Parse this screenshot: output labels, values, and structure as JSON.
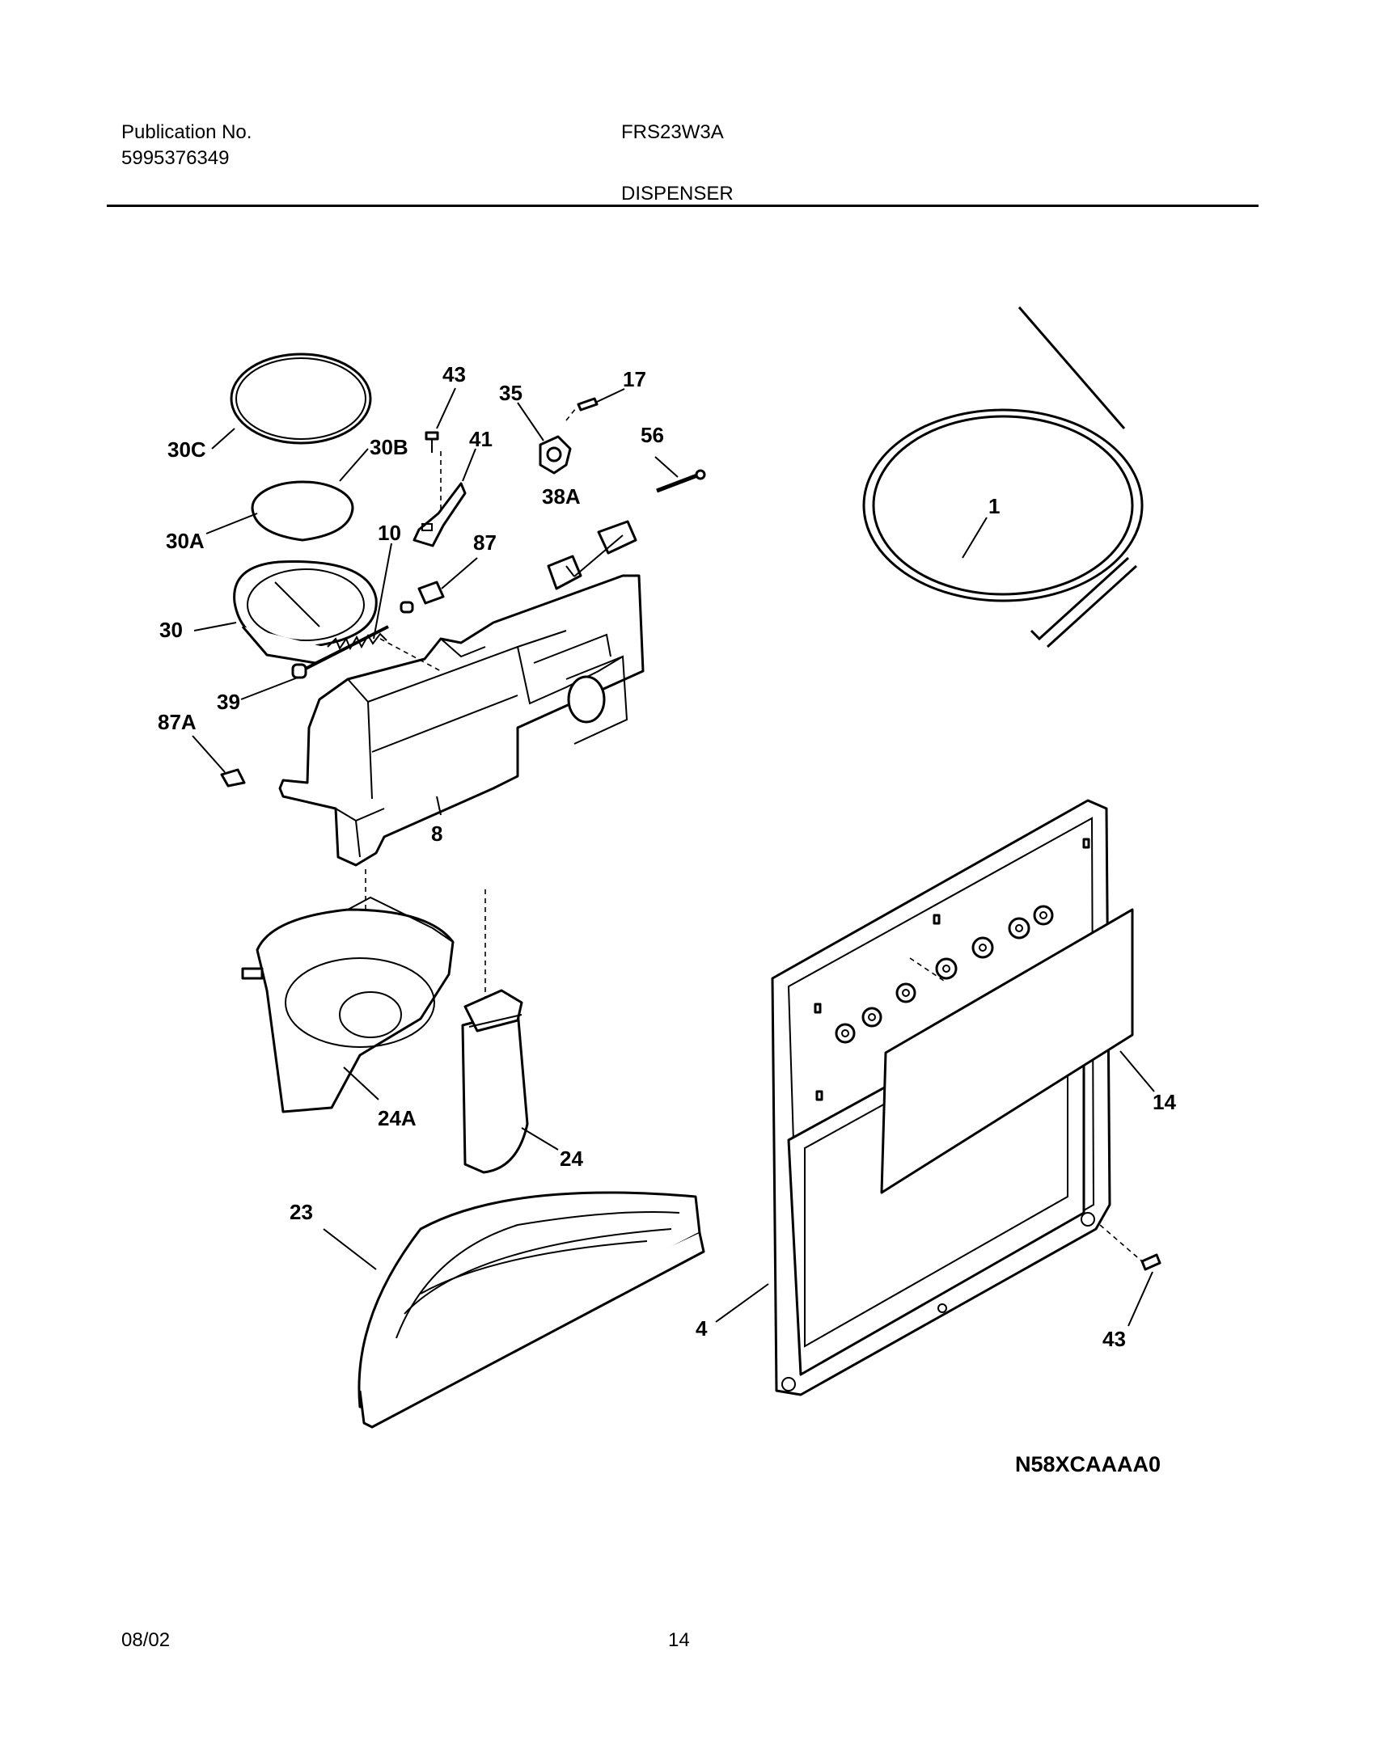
{
  "header": {
    "publication_label": "Publication No.",
    "publication_number": "5995376349",
    "model": "FRS23W3A",
    "section_title": "DISPENSER"
  },
  "diagram": {
    "part_labels": {
      "p1": "1",
      "p4": "4",
      "p8": "8",
      "p10": "10",
      "p14": "14",
      "p17": "17",
      "p23": "23",
      "p24": "24",
      "p24A": "24A",
      "p30": "30",
      "p30A": "30A",
      "p30B": "30B",
      "p30C": "30C",
      "p35": "35",
      "p38A": "38A",
      "p39": "39",
      "p41": "41",
      "p43a": "43",
      "p43b": "43",
      "p56": "56",
      "p87": "87",
      "p87A": "87A"
    },
    "drawing_code": "N58XCAAAA0"
  },
  "footer": {
    "date": "08/02",
    "page_number": "14"
  }
}
